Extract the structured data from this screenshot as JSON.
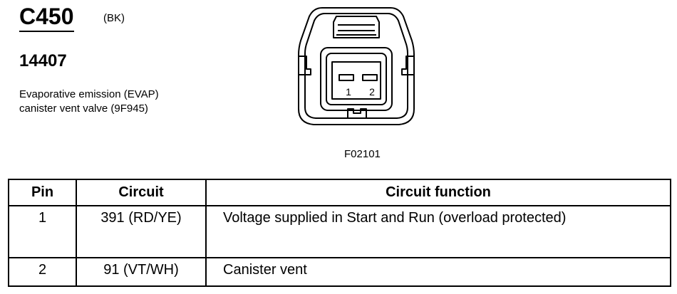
{
  "connector": {
    "id": "C450",
    "color": "(BK)",
    "part_number": "14407",
    "description_line1": "Evaporative emission (EVAP)",
    "description_line2": "canister vent valve (9F945)"
  },
  "diagram": {
    "figure_id": "F02101",
    "pin_labels": [
      "1",
      "2"
    ]
  },
  "table": {
    "headers": {
      "pin": "Pin",
      "circuit": "Circuit",
      "function": "Circuit function"
    },
    "rows": [
      {
        "pin": "1",
        "circuit": "391 (RD/YE)",
        "function": "Voltage supplied in Start and Run (overload protected)"
      },
      {
        "pin": "2",
        "circuit": "91 (VT/WH)",
        "function": "Canister vent"
      }
    ]
  }
}
